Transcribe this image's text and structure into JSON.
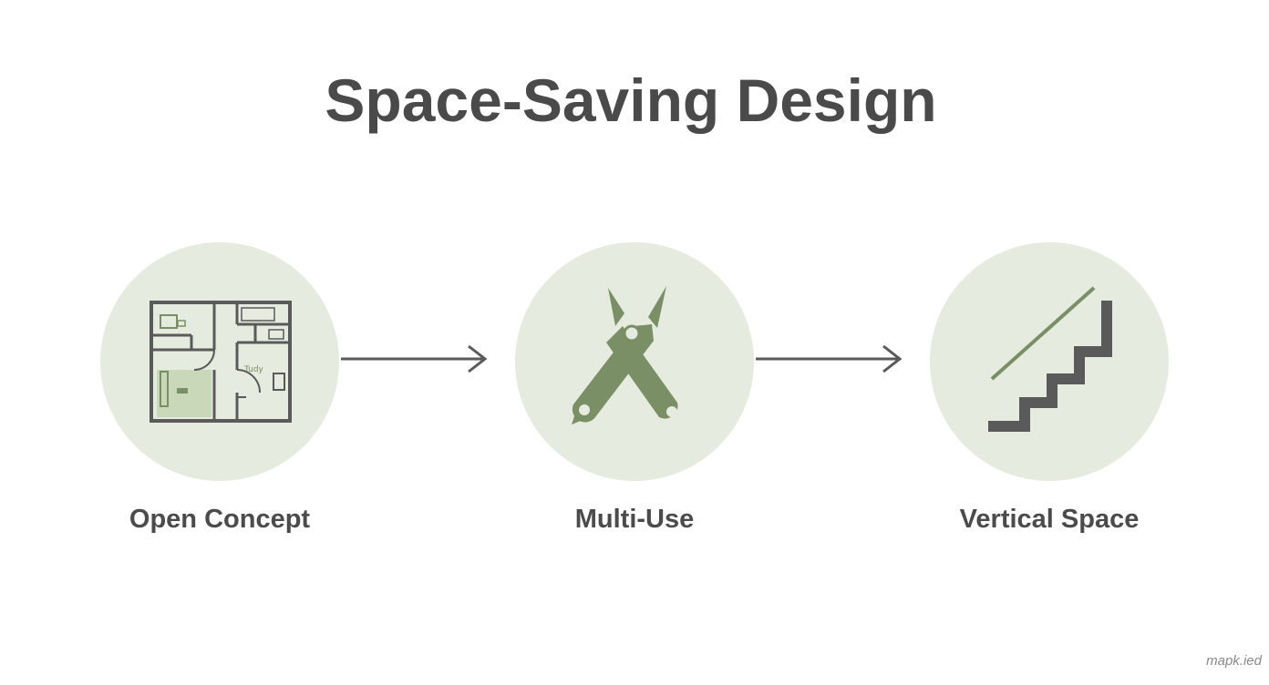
{
  "title": "Space-Saving Design",
  "steps": [
    {
      "label": "Open Concept",
      "icon": "floor-plan-icon"
    },
    {
      "label": "Multi-Use",
      "icon": "multi-tool-icon"
    },
    {
      "label": "Vertical Space",
      "icon": "stairs-icon"
    }
  ],
  "floor_plan_room_label": "Tudy",
  "watermark": "mapk.ied",
  "colors": {
    "circle_fill": "#e5ebdf",
    "accent_green": "#7a8f65",
    "icon_gray": "#5a5a5a",
    "text": "#4a4a4a",
    "arrow": "#5a5a5a"
  }
}
